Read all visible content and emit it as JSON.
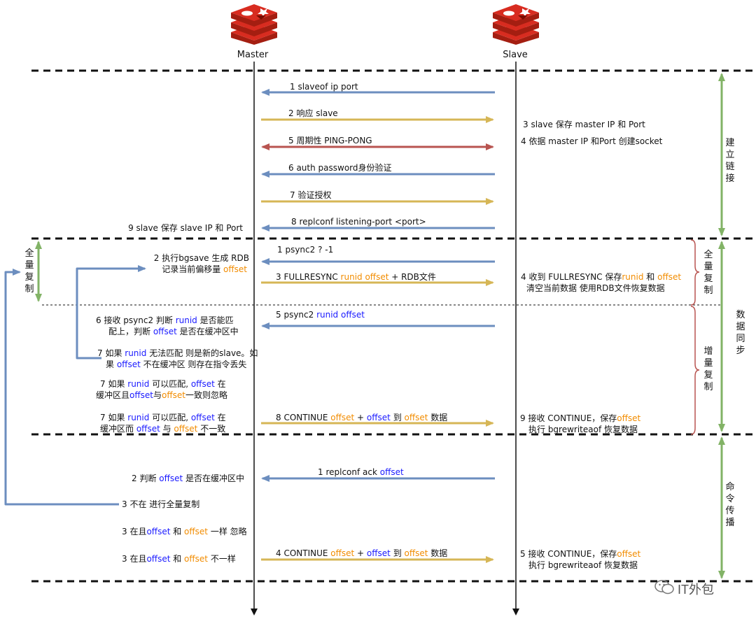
{
  "actors": {
    "master": "Master",
    "slave": "Slave"
  },
  "sections": {
    "establish": "建立链接",
    "data_sync": "数据同步",
    "command_propagation": "命令传播",
    "full_copy_right": "全量复制",
    "incremental_copy": "增量复制",
    "full_copy_left": "全量复制"
  },
  "messages": {
    "m1": "1 slaveof ip port",
    "m2": "2 响应 slave",
    "m5": "5 周期性 PING-PONG",
    "m6": "6 auth password身份验证",
    "m7": "7 验证授权",
    "m8": "8 replconf listening-port <port>",
    "psync": "1 psync2 ?  -1",
    "fullresync": [
      {
        "t": "3 FULLRESYNC ",
        "c": ""
      },
      {
        "t": "runid offset",
        "c": "o"
      },
      {
        "t": " + RDB文件",
        "c": ""
      }
    ],
    "psync_incr": [
      {
        "t": "5 psync2 ",
        "c": ""
      },
      {
        "t": "runid offset",
        "c": "k"
      }
    ],
    "continue_sync": [
      {
        "t": "8 CONTINUE ",
        "c": ""
      },
      {
        "t": "offset",
        "c": "o"
      },
      {
        "t": " + ",
        "c": ""
      },
      {
        "t": "offset",
        "c": "k"
      },
      {
        "t": " 到 ",
        "c": ""
      },
      {
        "t": "offset",
        "c": "o"
      },
      {
        "t": " 数据",
        "c": ""
      }
    ],
    "replconf_ack": [
      {
        "t": "1 replconf ack ",
        "c": ""
      },
      {
        "t": "offset",
        "c": "k"
      }
    ],
    "continue_prop": [
      {
        "t": "4 CONTINUE ",
        "c": ""
      },
      {
        "t": "offset",
        "c": "o"
      },
      {
        "t": " + ",
        "c": ""
      },
      {
        "t": "offset",
        "c": "k"
      },
      {
        "t": " 到 ",
        "c": ""
      },
      {
        "t": "offset",
        "c": "o"
      },
      {
        "t": " 数据",
        "c": ""
      }
    ]
  },
  "notes": {
    "slave_save_master": "3 slave 保存 master IP 和 Port",
    "slave_create_socket": "4 依据 master IP 和Port 创建socket",
    "master_save_slave": "9 slave 保存 slave IP 和 Port",
    "bgsave_line1": "2 执行bgsave 生成 RDB",
    "bgsave_line2": [
      {
        "t": "记录当前偏移量 ",
        "c": ""
      },
      {
        "t": "offset",
        "c": "o"
      }
    ],
    "recv_fullresync_line1": [
      {
        "t": "4 收到 FULLRESYNC 保存",
        "c": ""
      },
      {
        "t": "runid",
        "c": "o"
      },
      {
        "t": " 和 ",
        "c": ""
      },
      {
        "t": "offset",
        "c": "o"
      }
    ],
    "recv_fullresync_line2": "清空当前数据  使用RDB文件恢复数据",
    "recv_psync_line1": [
      {
        "t": "6 接收 psync2 判断 ",
        "c": ""
      },
      {
        "t": "runid",
        "c": "k"
      },
      {
        "t": " 是否能匹",
        "c": ""
      }
    ],
    "recv_psync_line2": [
      {
        "t": "配上，判断 ",
        "c": ""
      },
      {
        "t": "offset",
        "c": "k"
      },
      {
        "t": " 是否在缓冲区中",
        "c": ""
      }
    ],
    "no_match_line1": [
      {
        "t": "7 如果 ",
        "c": ""
      },
      {
        "t": "runid",
        "c": "k"
      },
      {
        "t": " 无法匹配 则是新的slave。如",
        "c": ""
      }
    ],
    "no_match_line2": [
      {
        "t": "果 ",
        "c": ""
      },
      {
        "t": "offset",
        "c": "k"
      },
      {
        "t": " 不在缓冲区 则存在指令丢失",
        "c": ""
      }
    ],
    "match_same_line1": [
      {
        "t": "7 如果 ",
        "c": ""
      },
      {
        "t": "runid",
        "c": "k"
      },
      {
        "t": " 可以匹配, ",
        "c": ""
      },
      {
        "t": "offset",
        "c": "k"
      },
      {
        "t": " 在",
        "c": ""
      }
    ],
    "match_same_line2": [
      {
        "t": "缓冲区且",
        "c": ""
      },
      {
        "t": "offset",
        "c": "k"
      },
      {
        "t": "与",
        "c": ""
      },
      {
        "t": "offset",
        "c": "o"
      },
      {
        "t": "一致则忽略",
        "c": ""
      }
    ],
    "match_diff_line1": [
      {
        "t": "7 如果 ",
        "c": ""
      },
      {
        "t": "runid",
        "c": "k"
      },
      {
        "t": " 可以匹配, ",
        "c": ""
      },
      {
        "t": "offset",
        "c": "k"
      },
      {
        "t": " 在",
        "c": ""
      }
    ],
    "match_diff_line2": [
      {
        "t": "缓冲区而 ",
        "c": ""
      },
      {
        "t": "offset",
        "c": "k"
      },
      {
        "t": " 与 ",
        "c": ""
      },
      {
        "t": "offset",
        "c": "o"
      },
      {
        "t": " 不一致",
        "c": ""
      }
    ],
    "recv_continue_line1": [
      {
        "t": "9 接收 CONTINUE，保存",
        "c": ""
      },
      {
        "t": "offset",
        "c": "o"
      }
    ],
    "recv_continue_line2": "执行 bgrewriteaof 恢复数据",
    "judge_offset": [
      {
        "t": "2 判断 ",
        "c": ""
      },
      {
        "t": "offset",
        "c": "k"
      },
      {
        "t": " 是否在缓冲区中",
        "c": ""
      }
    ],
    "not_in_full": "3 不在  进行全量复制",
    "in_same": [
      {
        "t": "3 在且",
        "c": ""
      },
      {
        "t": "offset",
        "c": "k"
      },
      {
        "t": " 和 ",
        "c": ""
      },
      {
        "t": "offset",
        "c": "o"
      },
      {
        "t": " 一样  忽略",
        "c": ""
      }
    ],
    "in_diff": [
      {
        "t": "3 在且",
        "c": ""
      },
      {
        "t": "offset",
        "c": "k"
      },
      {
        "t": " 和 ",
        "c": ""
      },
      {
        "t": "offset",
        "c": "o"
      },
      {
        "t": " 不一样",
        "c": ""
      }
    ],
    "recv_continue2_line1": [
      {
        "t": "5 接收 CONTINUE，保存",
        "c": ""
      },
      {
        "t": "offset",
        "c": "o"
      }
    ],
    "recv_continue2_line2": "执行 bgrewriteaof 恢复数据"
  },
  "watermark": "IT外包",
  "colors": {
    "blue": "#6c8ebf",
    "yellow": "#d6b656",
    "red": "#b85450",
    "green": "#82b366",
    "key_blue": "#1a1aff",
    "key_orange": "#f28c00",
    "redis_red": "#d82c20"
  },
  "icons": [
    "redis-logo-icon",
    "redis-logo-icon",
    "wechat-icon"
  ]
}
